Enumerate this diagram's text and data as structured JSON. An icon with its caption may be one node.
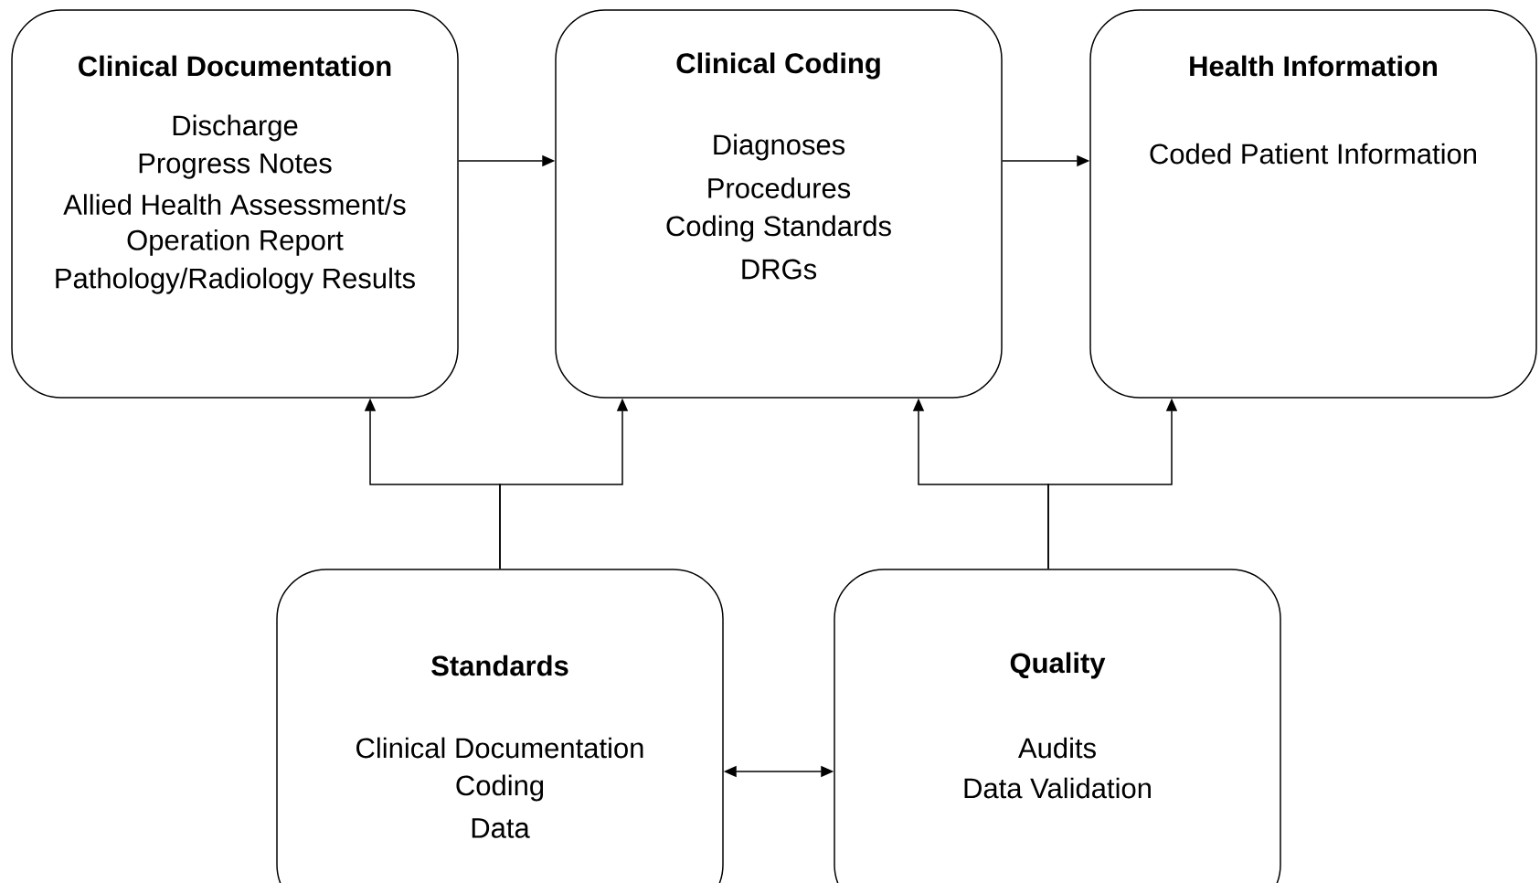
{
  "diagram": {
    "nodes": [
      {
        "text": [
          "Clinical Documentation",
          "Discharge",
          "Progress Notes",
          "Allied Health Assessment/s",
          "Operation Report",
          "Pathology/Radiology Results"
        ]
      },
      {
        "text": [
          "Clinical Coding",
          "Diagnoses",
          "Procedures",
          "Coding Standards",
          "DRGs"
        ]
      },
      {
        "text": [
          "Health Information",
          "Coded Patient Information"
        ]
      },
      {
        "text": [
          "Standards",
          "Clinical Documentation",
          "Coding",
          "Data"
        ]
      },
      {
        "text": [
          "Quality",
          "Audits",
          "Data Validation"
        ]
      }
    ],
    "edges": [
      {
        "from": 0,
        "to": 1,
        "arrow": "to"
      },
      {
        "from": 1,
        "to": 2,
        "arrow": "to"
      },
      {
        "from": 3,
        "to": 0,
        "arrow": "to"
      },
      {
        "from": 3,
        "to": 1,
        "arrow": "to"
      },
      {
        "from": 4,
        "to": 1,
        "arrow": "to"
      },
      {
        "from": 4,
        "to": 2,
        "arrow": "to"
      },
      {
        "from": 3,
        "to": 4,
        "arrow": "both"
      }
    ]
  }
}
